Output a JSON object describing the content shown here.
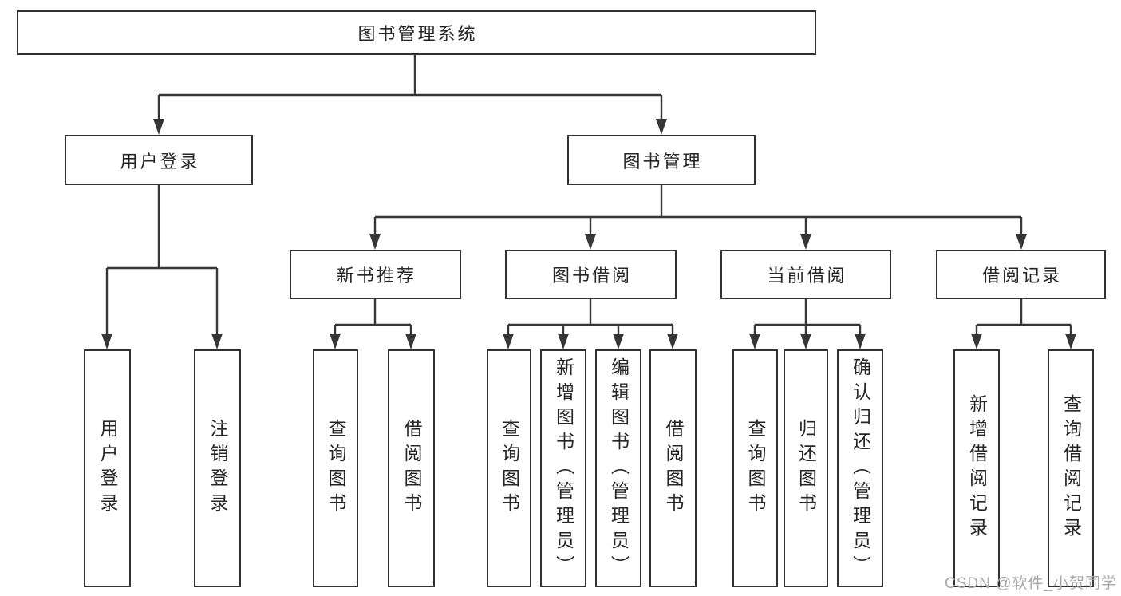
{
  "diagram": {
    "title": "图书管理系统",
    "level1": {
      "user_login": "用户登录",
      "book_management": "图书管理"
    },
    "level2": {
      "new_book_recommendation": "新书推荐",
      "book_borrowing": "图书借阅",
      "current_borrowing": "当前借阅",
      "borrowing_records": "借阅记录"
    },
    "leaves": {
      "user_login": [
        "用户登录",
        "注销登录"
      ],
      "new_book_recommendation": [
        "查询图书",
        "借阅图书"
      ],
      "book_borrowing": [
        "查询图书",
        "新增图书（管理员）",
        "编辑图书（管理员）",
        "借阅图书"
      ],
      "current_borrowing": [
        "查询图书",
        "归还图书",
        "确认归还（管理员）"
      ],
      "borrowing_records": [
        "新增借阅记录",
        "查询借阅记录"
      ]
    }
  },
  "watermark": {
    "text": "CSDN @软件_小贺同学",
    "color": "#a8a8a8"
  },
  "colors": {
    "line": "#363636",
    "box_border": "#313131",
    "text": "#262626",
    "background": "#ffffff"
  }
}
